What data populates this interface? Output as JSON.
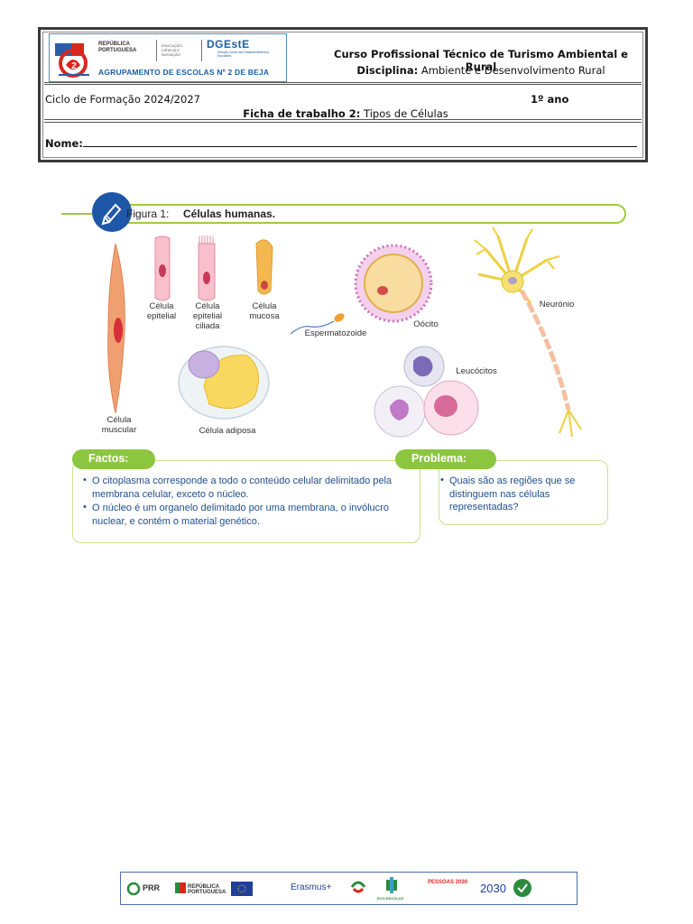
{
  "header": {
    "logo": {
      "republica": "REPÚBLICA PORTUGUESA",
      "educacao": "EDUCAÇÃO, CIÊNCIA E INOVAÇÃO",
      "dgeste": "DGEstE",
      "dgeste_sub": "Direção-Geral dos Estabelecimentos Escolares",
      "agrupamento": "AGRUPAMENTO DE ESCOLAS Nº 2 DE BEJA"
    },
    "curso": "Curso Profissional Técnico de Turismo Ambiental e Rural",
    "disciplina_label": "Disciplina:",
    "disciplina_value": " Ambiente  e Desenvolvimento  Rural",
    "ciclo": "Ciclo de Formação 2024/2027",
    "ano": "1º ano",
    "ficha_label": "Ficha de trabalho 2:",
    "ficha_value": " Tipos de Células",
    "nome_label": "Nome:"
  },
  "figure": {
    "label": "Figura  1:",
    "title": "Células humanas.",
    "cells": {
      "muscular": "Célula muscular",
      "epitelial": "Célula epitelial",
      "epitelial_ciliada": "Célula epitelial ciliada",
      "mucosa": "Célula mucosa",
      "adiposa": "Célula adiposa",
      "espermatozoide": "Espermatozoide",
      "oocito": "Oócito",
      "leucocitos": "Leucócitos",
      "neuronio": "Neurónio"
    },
    "factos": {
      "title": "Factos:",
      "items": [
        "O citoplasma corresponde a todo o conteúdo celular delimitado pela membrana celular, exceto o núcleo.",
        "O núcleo é um organelo delimitado por uma membrana, o invólucro nuclear, e contém o material genético."
      ]
    },
    "problema": {
      "title": "Problema:",
      "items": [
        "Quais são as regiões que se distinguem nas células representadas?"
      ]
    }
  },
  "footer": {
    "logos": [
      "PRR",
      "REPÚBLICA PORTUGUESA",
      "Erasmus+",
      "ECO-ESCOLAS",
      "PESSOAS 2030",
      "2030"
    ]
  },
  "colors": {
    "accent_green": "#8cc63f",
    "accent_blue": "#1f57a8",
    "fact_text": "#1e4f8e"
  }
}
